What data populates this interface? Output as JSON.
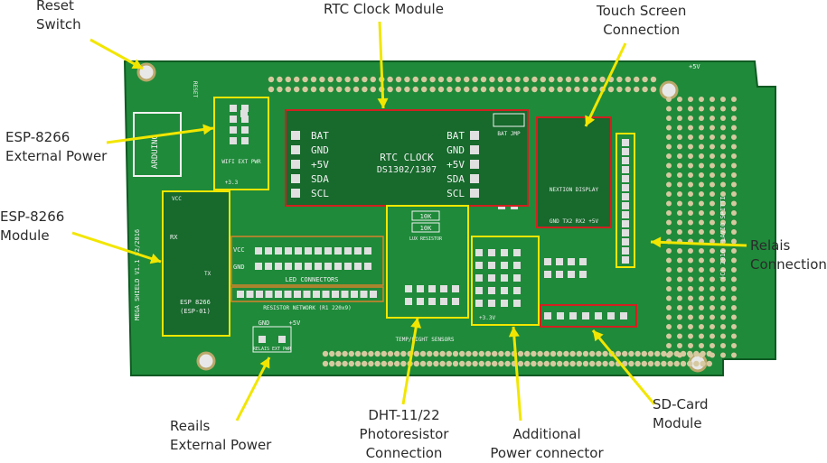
{
  "callouts": {
    "reset_switch": [
      "Reset",
      "Switch"
    ],
    "rtc_clock": [
      "RTC Clock Module"
    ],
    "touch_screen": [
      "Touch Screen",
      "Connection"
    ],
    "esp_ext_power": [
      "ESP-8266",
      "External Power"
    ],
    "esp_module": [
      "ESP-8266",
      "Module"
    ],
    "relais_conn": [
      "Relais",
      "Connection"
    ],
    "relais_ext_power": [
      "Reails",
      "External Power"
    ],
    "dht_photo": [
      "DHT-11/22",
      "Photoresistor",
      "Connection"
    ],
    "add_power": [
      "Additional",
      "Power connector"
    ],
    "sd_card": [
      "SD-Card",
      "Module"
    ]
  },
  "silkscreen": {
    "rtc_title": "RTC CLOCK",
    "rtc_chip": "DS1302/1307",
    "rtc_pins": [
      "BAT",
      "GND",
      "+5V",
      "SDA",
      "SCL"
    ],
    "rtc_pins_right": [
      "BAT",
      "GND",
      "+5V",
      "SDA",
      "SCL"
    ],
    "bat_jmp": "BAT JMP",
    "nextion": "NEXTION DISPLAY",
    "nextion_pins": "GND TX2 RX2 +5V",
    "vcc": "VCC",
    "gnd": "GND",
    "esp_label": "ESP 8266",
    "esp_sub": "(ESP-01)",
    "rx": "RX",
    "tx": "TX",
    "wifi_ext_pwr": "WIFI EXT PWR",
    "plus33": "+3.3",
    "led_connectors": "LED CONNECTORS",
    "resistor_network": "RESISTOR NETWORK (R1 220x9)",
    "r10k_a": "10K",
    "r10k_b": "10K",
    "lux_resistor": "LUX RESISTOR",
    "relais_ext_pwr": "RELAIS EXT PWR",
    "relais_gnd": "GND",
    "relais_plus5": "+5V",
    "mega_shield": "MEGA SHIELD V1.1 02/2016",
    "copyright": "(C) 2016 FLAVIO SPITTI",
    "arduino": "ARDUINO",
    "plus5v": "+5V",
    "temp_light": "TEMP/LIGHT SENSORS",
    "v33": "+3.3V",
    "reset": "RESET"
  },
  "colors": {
    "pcb": "#1f8a3a",
    "pcb_dark": "#166b2c",
    "silk": "#f2f2f2",
    "yellow_box": "#f2e600",
    "red_box": "#d12020",
    "orange_box": "#d9822b",
    "pad": "#d6c9a0",
    "arrow": "#f2e600"
  }
}
